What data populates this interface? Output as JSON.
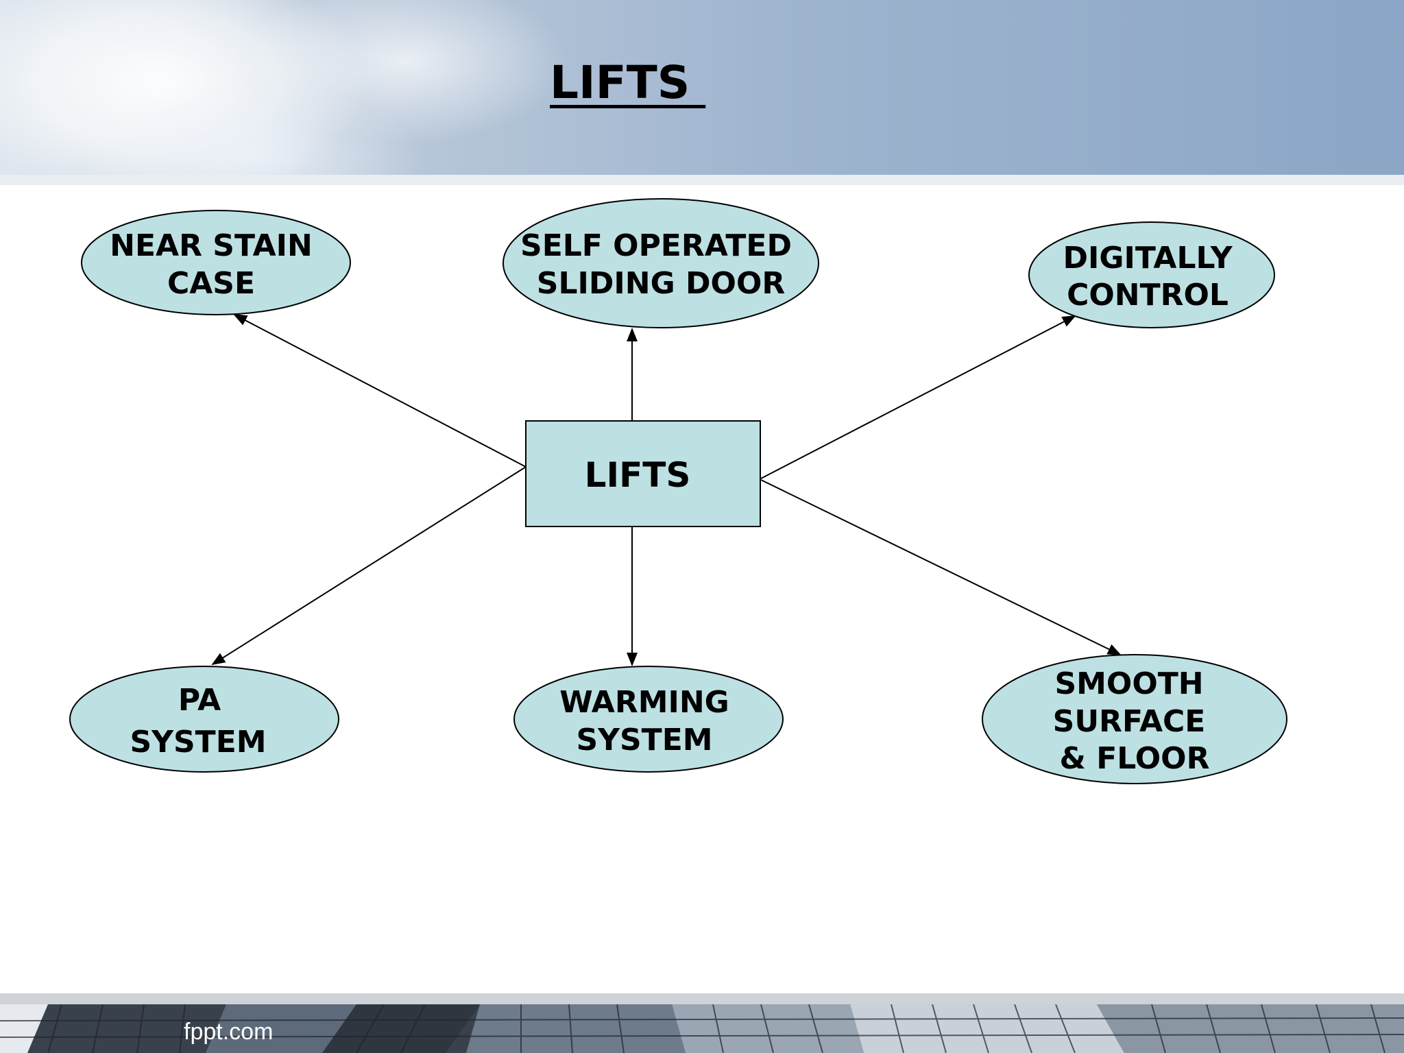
{
  "slide": {
    "title": "LIFTS "
  },
  "diagram": {
    "center": {
      "label": "LIFTS"
    },
    "nodes": [
      {
        "id": "near-stair-case",
        "lines": [
          "NEAR STAIN",
          "CASE"
        ]
      },
      {
        "id": "sliding-door",
        "lines": [
          "SELF OPERATED",
          "SLIDING DOOR"
        ]
      },
      {
        "id": "digitally-control",
        "lines": [
          "DIGITALLY",
          "CONTROL"
        ]
      },
      {
        "id": "pa-system",
        "lines": [
          "PA",
          "SYSTEM"
        ]
      },
      {
        "id": "warming-system",
        "lines": [
          "WARMING",
          "SYSTEM"
        ]
      },
      {
        "id": "smooth-surface",
        "lines": [
          "SMOOTH",
          "SURFACE",
          "& FLOOR"
        ]
      }
    ],
    "colors": {
      "node_fill": "#bde0e3",
      "stroke": "#000000"
    }
  },
  "footer": {
    "text": "fppt.com"
  }
}
